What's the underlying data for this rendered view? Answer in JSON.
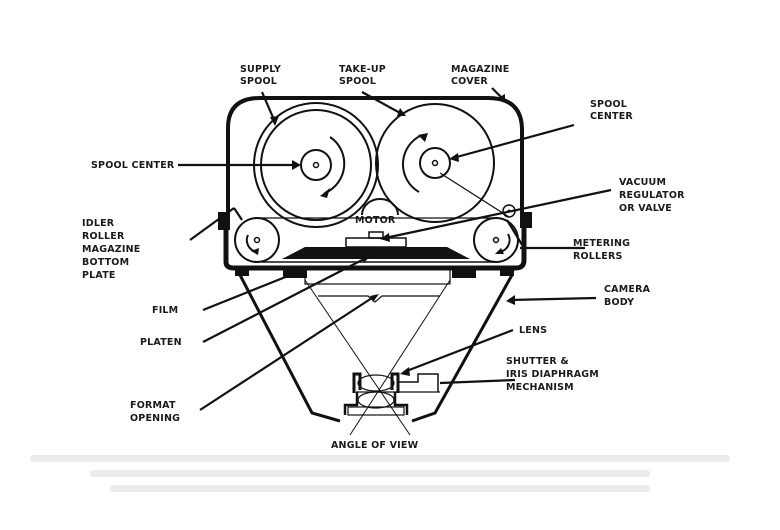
{
  "diagram": {
    "title": "Aerial camera cross-section",
    "ink_color": "#111111",
    "background": "#ffffff",
    "labels": {
      "supply_spool": [
        "SUPPLY",
        "SPOOL"
      ],
      "take_up_spool": [
        "TAKE-UP",
        "SPOOL"
      ],
      "magazine_cover": [
        "MAGAZINE",
        "COVER"
      ],
      "spool_center_right": [
        "SPOOL",
        "CENTER"
      ],
      "spool_center_left": "SPOOL CENTER",
      "vacuum_regulator": [
        "VACUUM",
        "REGULATOR",
        "OR VALVE"
      ],
      "idler_roller": [
        "IDLER",
        "ROLLER",
        "MAGAZINE",
        "BOTTOM",
        "PLATE"
      ],
      "motor": "MOTOR",
      "metering_rollers": [
        "METERING",
        "ROLLERS"
      ],
      "camera_body": [
        "CAMERA",
        "BODY"
      ],
      "film": "FILM",
      "platen": "PLATEN",
      "lens": "LENS",
      "shutter": [
        "SHUTTER &",
        "IRIS DIAPHRAGM",
        "MECHANISM"
      ],
      "format_opening": [
        "FORMAT",
        "OPENING"
      ],
      "angle_of_view": "ANGLE OF VIEW"
    }
  }
}
